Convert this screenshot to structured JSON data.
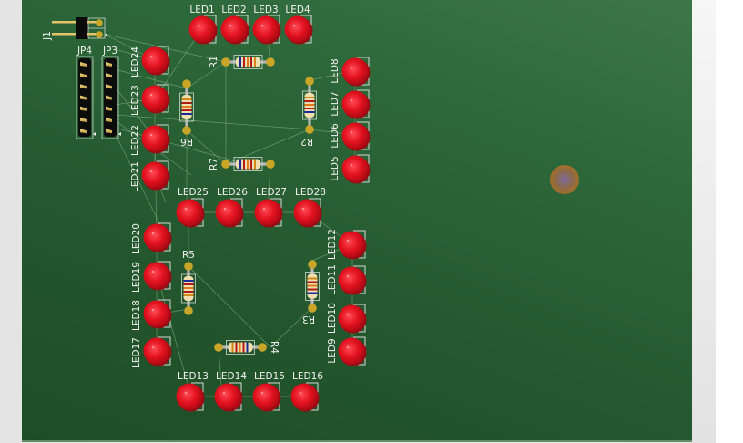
{
  "view": {
    "title": "PCB 3D View",
    "board_color": "#2a6134",
    "silkscreen_color": "#f2f2f2",
    "led_color": "#e0121f",
    "pad_color": "#c9a627",
    "mounting_hole": {
      "label": "mounting-hole",
      "color": "#9a6a2e"
    }
  },
  "connectors": [
    {
      "ref": "J1",
      "pins": 2
    },
    {
      "ref": "JP4",
      "pins": 7
    },
    {
      "ref": "JP3",
      "pins": 7
    }
  ],
  "leds": {
    "top": [
      "LED1",
      "LED2",
      "LED3",
      "LED4"
    ],
    "right_upper": [
      "LED8",
      "LED7",
      "LED6",
      "LED5"
    ],
    "left_upper": [
      "LED24",
      "LED23",
      "LED22",
      "LED21"
    ],
    "middle": [
      "LED25",
      "LED26",
      "LED27",
      "LED28"
    ],
    "left_lower": [
      "LED20",
      "LED19",
      "LED18",
      "LED17"
    ],
    "right_lower": [
      "LED12",
      "LED11",
      "LED10",
      "LED9"
    ],
    "bottom": [
      "LED13",
      "LED14",
      "LED15",
      "LED16"
    ]
  },
  "resistors": [
    {
      "ref": "R1",
      "bands": [
        "#1a2a9a",
        "#b21a1a",
        "#e07a1a",
        "#b21a1a",
        "#d08a1a"
      ]
    },
    {
      "ref": "R2",
      "bands": [
        "#d08a1a",
        "#b21a1a",
        "#e07a1a",
        "#b21a1a",
        "#1a2a9a"
      ]
    },
    {
      "ref": "R3",
      "bands": [
        "#d08a1a",
        "#b21a1a",
        "#e07a1a",
        "#b21a1a",
        "#1a2a9a"
      ]
    },
    {
      "ref": "R4",
      "bands": [
        "#d08a1a",
        "#b21a1a",
        "#e07a1a",
        "#b21a1a",
        "#1a2a9a"
      ]
    },
    {
      "ref": "R5",
      "bands": [
        "#1a2a9a",
        "#b21a1a",
        "#e07a1a",
        "#b21a1a",
        "#d08a1a"
      ]
    },
    {
      "ref": "R6",
      "bands": [
        "#d08a1a",
        "#b21a1a",
        "#e07a1a",
        "#b21a1a",
        "#1a2a9a"
      ]
    },
    {
      "ref": "R7",
      "bands": [
        "#1a2a9a",
        "#b21a1a",
        "#e07a1a",
        "#b21a1a",
        "#d08a1a"
      ]
    }
  ]
}
